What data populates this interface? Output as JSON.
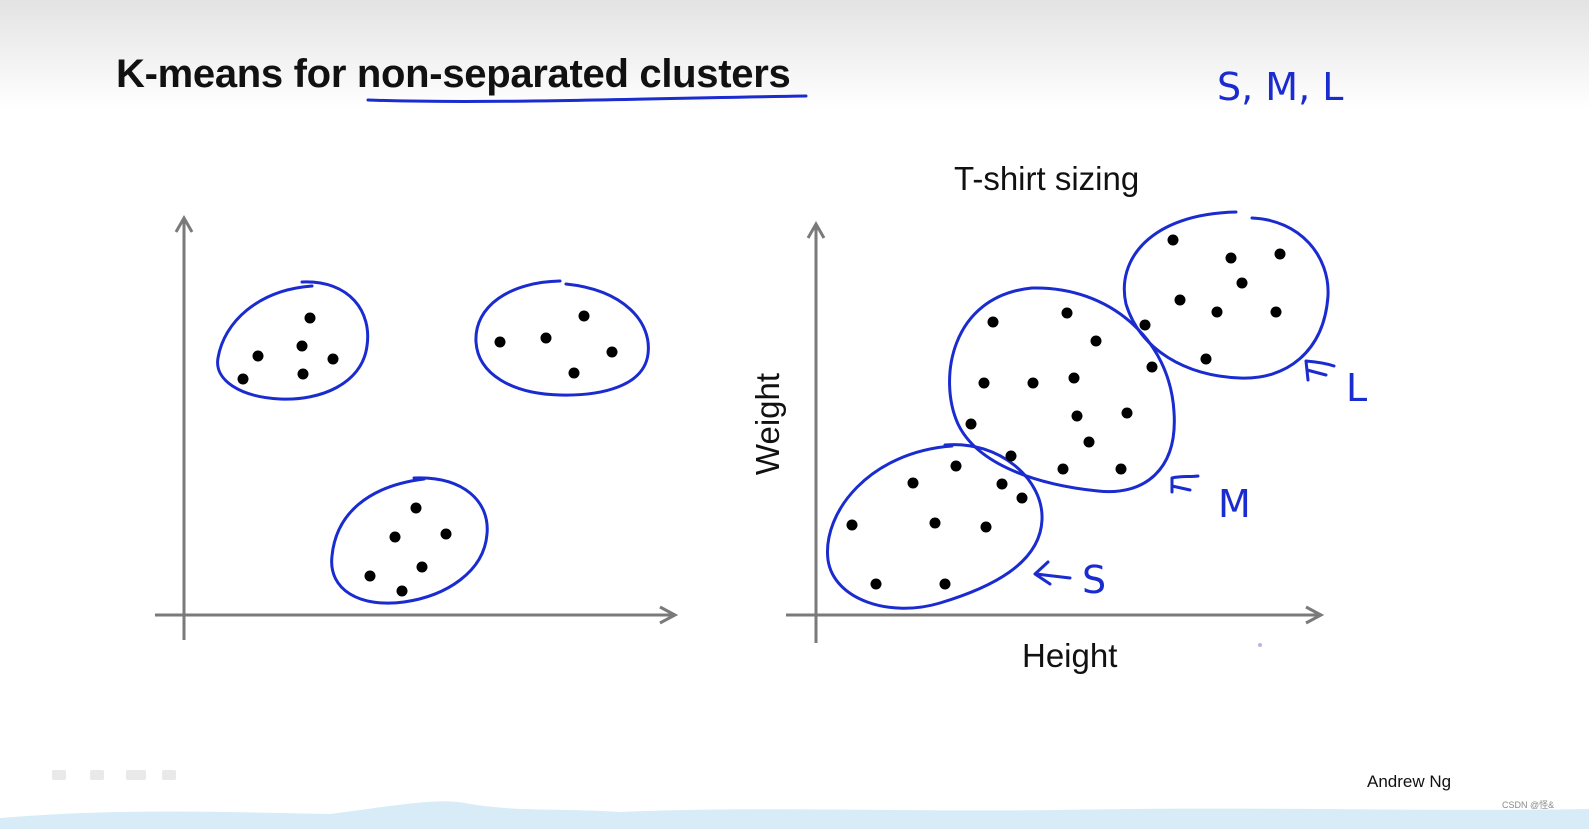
{
  "slide": {
    "title": "K-means for non-separated clusters",
    "handwritten_note": "S, M, L",
    "credit": "Andrew Ng",
    "watermark": "CSDN @怪&"
  },
  "left_plot": {
    "clusters": [
      {
        "points": [
          [
            310,
            318
          ],
          [
            258,
            356
          ],
          [
            302,
            346
          ],
          [
            333,
            359
          ],
          [
            243,
            379
          ],
          [
            303,
            374
          ]
        ]
      },
      {
        "points": [
          [
            584,
            316
          ],
          [
            500,
            342
          ],
          [
            546,
            338
          ],
          [
            612,
            352
          ],
          [
            574,
            373
          ]
        ]
      },
      {
        "points": [
          [
            416,
            508
          ],
          [
            395,
            537
          ],
          [
            446,
            534
          ],
          [
            370,
            576
          ],
          [
            422,
            567
          ],
          [
            402,
            591
          ]
        ]
      }
    ]
  },
  "right_plot": {
    "caption": "T-shirt sizing",
    "x_axis_label": "Height",
    "y_axis_label": "Weight",
    "cluster_labels": {
      "small": "S",
      "medium": "M",
      "large": "L"
    },
    "clusters": [
      {
        "name": "S",
        "points": [
          [
            956,
            466
          ],
          [
            913,
            483
          ],
          [
            1002,
            484
          ],
          [
            1022,
            498
          ],
          [
            852,
            525
          ],
          [
            935,
            523
          ],
          [
            986,
            527
          ],
          [
            876,
            584
          ],
          [
            945,
            584
          ]
        ]
      },
      {
        "name": "M",
        "points": [
          [
            993,
            322
          ],
          [
            1067,
            313
          ],
          [
            1096,
            341
          ],
          [
            984,
            383
          ],
          [
            1033,
            383
          ],
          [
            1074,
            378
          ],
          [
            1152,
            367
          ],
          [
            1077,
            416
          ],
          [
            1127,
            413
          ],
          [
            971,
            424
          ],
          [
            1089,
            442
          ],
          [
            1011,
            456
          ],
          [
            1063,
            469
          ],
          [
            1121,
            469
          ]
        ]
      },
      {
        "name": "L",
        "points": [
          [
            1173,
            240
          ],
          [
            1231,
            258
          ],
          [
            1280,
            254
          ],
          [
            1242,
            283
          ],
          [
            1180,
            300
          ],
          [
            1217,
            312
          ],
          [
            1276,
            312
          ],
          [
            1145,
            325
          ],
          [
            1206,
            359
          ]
        ]
      }
    ]
  }
}
